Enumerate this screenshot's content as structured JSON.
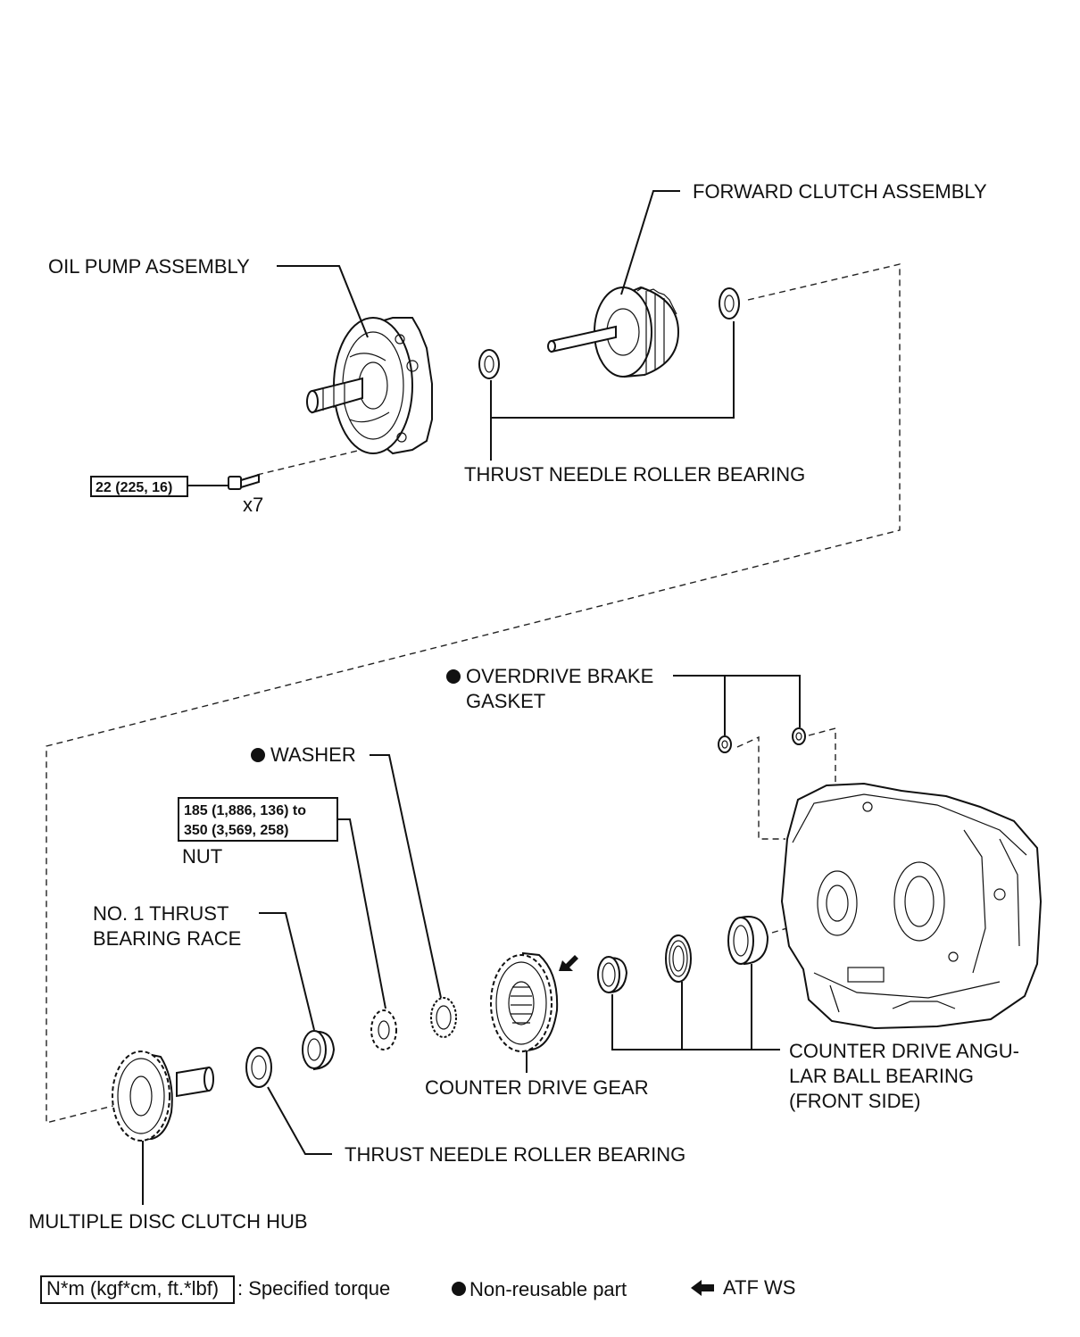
{
  "labels": {
    "forward_clutch_assembly": "FORWARD CLUTCH ASSEMBLY",
    "oil_pump_assembly": "OIL PUMP ASSEMBLY",
    "thrust_needle_roller_bearing_upper": "THRUST NEEDLE ROLLER BEARING",
    "bolt_torque": "22 (225, 16)",
    "bolt_count": "x7",
    "overdrive_brake_gasket_line1": "OVERDRIVE BRAKE",
    "overdrive_brake_gasket_line2": "GASKET",
    "washer": "WASHER",
    "nut_torque_line1": "185 (1,886, 136) to",
    "nut_torque_line2": "350 (3,569, 258)",
    "nut": "NUT",
    "thrust_bearing_race_line1": "NO. 1 THRUST",
    "thrust_bearing_race_line2": "BEARING RACE",
    "counter_drive_gear": "COUNTER DRIVE GEAR",
    "angular_bearing_line1": "COUNTER DRIVE ANGU-",
    "angular_bearing_line2": "LAR BALL BEARING",
    "angular_bearing_line3": "(FRONT SIDE)",
    "thrust_needle_roller_bearing_lower": "THRUST NEEDLE ROLLER BEARING",
    "multiple_disc_clutch_hub": "MULTIPLE DISC CLUTCH HUB"
  },
  "legend": {
    "torque_unit": "N*m (kgf*cm, ft.*lbf)",
    "torque_text": ": Specified torque",
    "non_reusable_text": "Non-reusable part",
    "atf_text": "ATF WS"
  }
}
